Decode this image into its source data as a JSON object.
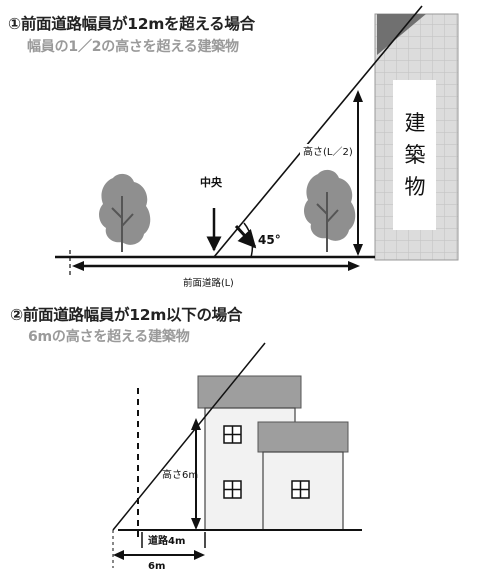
{
  "section1": {
    "title": "①前面道路幅員が12mを超える場合",
    "subtitle": "幅員の1／2の高さを超える建築物",
    "center_label": "中央",
    "angle_label": "45°",
    "height_label": "高さ(L／2)",
    "road_label": "前面道路(L)",
    "building_label": [
      "建",
      "築",
      "物"
    ]
  },
  "section2": {
    "title": "②前面道路幅員が12m以下の場合",
    "subtitle": "6mの高さを超える建築物",
    "height_label": "高さ6m",
    "road_label": "道路4m",
    "width_label": "6m"
  },
  "colors": {
    "building_fill": "#dcdcdc",
    "building_tile_line": "#c4c4c4",
    "roof_dark": "#707070",
    "roof_light": "#9e9e9e",
    "house_wall": "#f2f2f2",
    "tree": "#8f8f8f",
    "line": "#111111"
  }
}
